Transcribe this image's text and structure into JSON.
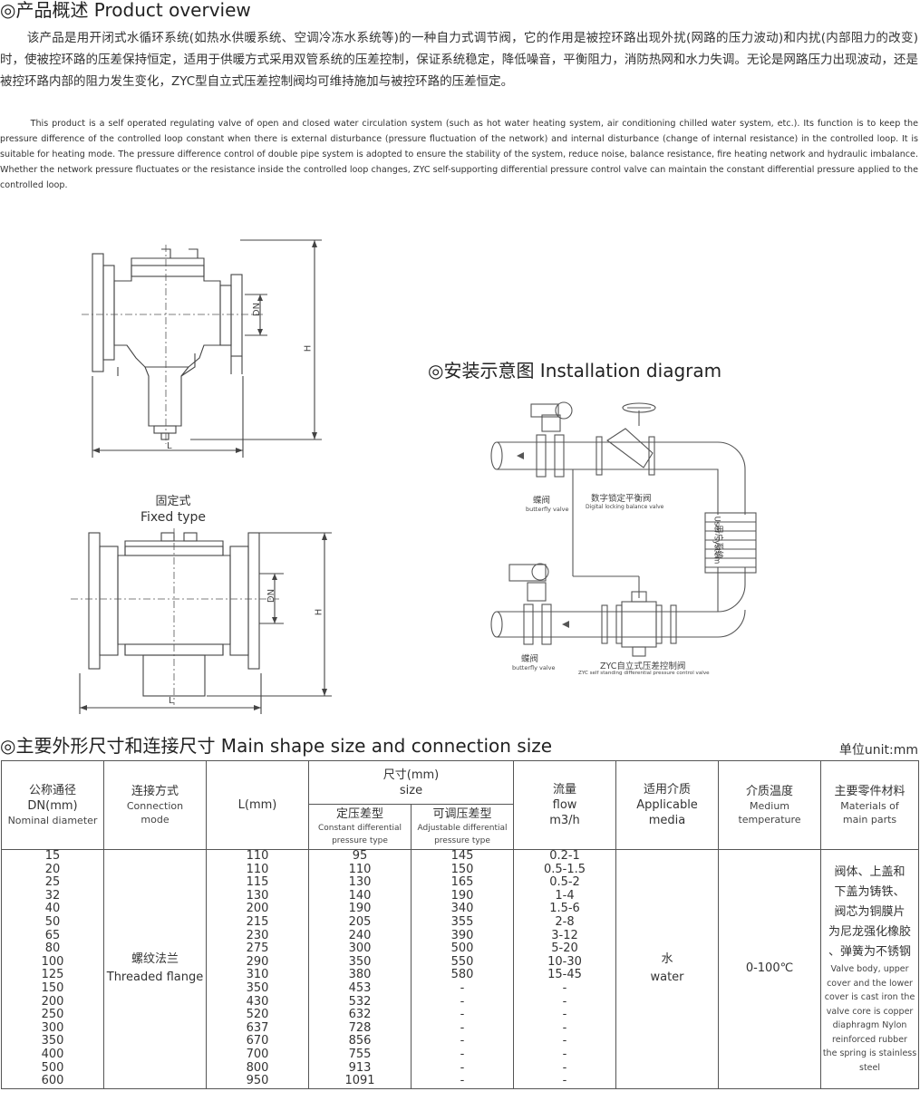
{
  "overview": {
    "title": "◎产品概述 Product overview",
    "cn": "该产品是用开闭式水循环系统(如热水供暖系统、空调冷冻水系统等)的一种自力式调节阀，它的作用是被控环路出现外扰(网路的压力波动)和内扰(内部阻力的改变)时，使被控环路的压差保持恒定，适用于供暖方式采用双管系统的压差控制，保证系统稳定，降低噪音，平衡阻力，消防热网和水力失调。无论是网路压力出现波动，还是被控环路内部的阻力发生变化，ZYC型自立式压差控制阀均可维持施加与被控环路的压差恒定。",
    "en": "This product is a self operated regulating valve of open and closed water circulation system (such as hot water heating system, air conditioning chilled water system, etc.). Its function is to keep the pressure difference of the controlled loop constant when there is external disturbance (pressure fluctuation of the network) and internal disturbance (change of internal resistance) in the controlled loop. It is suitable for heating mode. The pressure difference control of double pipe system is adopted to ensure the stability of the system, reduce noise, balance resistance, fire heating network and hydraulic imbalance. Whether the network pressure fluctuates or the resistance inside the controlled loop changes, ZYC self-supporting differential pressure control valve can maintain the constant differential pressure applied to the controlled loop."
  },
  "drawings": {
    "dn": "DN",
    "h": "H",
    "l": "L",
    "fixed_cn": "固定式",
    "fixed_en": "Fixed type"
  },
  "installation": {
    "title": "◎安装示意图 Installation diagram",
    "butterfly_cn": "蝶阀",
    "butterfly_en": "butterfly valve",
    "balance_cn": "数字锁定平衡阀",
    "balance_en": "Digital locking balance valve",
    "user_cn": "用户系统",
    "user_en": "User system",
    "zyc_cn": "ZYC自立式压差控制阀",
    "zyc_en": "ZYC self standing differential pressure control valve"
  },
  "sizes": {
    "title": "◎主要外形尺寸和连接尺寸 Main shape size and connection size",
    "unit": "单位unit:mm",
    "headers": {
      "dn_cn": "公称通径",
      "dn_unit": "DN(mm)",
      "dn_en": "Nominal diameter",
      "conn_cn": "连接方式",
      "conn_en1": "Connection",
      "conn_en2": "mode",
      "l": "L(mm)",
      "size_cn": "尺寸(mm)",
      "size_en": "size",
      "const_cn": "定压差型",
      "const_en1": "Constant differential",
      "const_en2": "pressure type",
      "adj_cn": "可调压差型",
      "adj_en1": "Adjustable differential",
      "adj_en2": "pressure type",
      "flow_cn": "流量",
      "flow_en": "flow",
      "flow_unit": "m3/h",
      "media_cn": "适用介质",
      "media_en": "Applicable media",
      "temp_cn": "介质温度",
      "temp_en1": "Medium",
      "temp_en2": "temperature",
      "mat_cn": "主要零件材料",
      "mat_en1": "Materials of",
      "mat_en2": "main parts"
    },
    "connection_cn": "螺纹法兰",
    "connection_en": "Threaded flange",
    "medium_cn": "水",
    "medium_en": "water",
    "temperature": "0-100℃",
    "materials_cn": [
      "阀体、上盖和",
      "下盖为铸铁、",
      "阀芯为铜膜片",
      "为尼龙强化橡胶",
      "、弹簧为不锈钢"
    ],
    "materials_en": [
      "Valve body, upper",
      "cover and the lower",
      "cover is cast iron the",
      "valve core is copper",
      "diaphragm Nylon",
      "reinforced rubber",
      "the spring is stainless",
      "steel"
    ],
    "rows": [
      [
        "15",
        "110",
        "95",
        "145",
        "0.2-1"
      ],
      [
        "20",
        "110",
        "110",
        "150",
        "0.5-1.5"
      ],
      [
        "25",
        "115",
        "130",
        "165",
        "0.5-2"
      ],
      [
        "32",
        "130",
        "140",
        "190",
        "1-4"
      ],
      [
        "40",
        "200",
        "190",
        "340",
        "1.5-6"
      ],
      [
        "50",
        "215",
        "205",
        "355",
        "2-8"
      ],
      [
        "65",
        "230",
        "240",
        "390",
        "3-12"
      ],
      [
        "80",
        "275",
        "300",
        "500",
        "5-20"
      ],
      [
        "100",
        "290",
        "350",
        "550",
        "10-30"
      ],
      [
        "125",
        "310",
        "380",
        "580",
        "15-45"
      ],
      [
        "150",
        "350",
        "453",
        "-",
        "-"
      ],
      [
        "200",
        "430",
        "532",
        "-",
        "-"
      ],
      [
        "250",
        "520",
        "632",
        "-",
        "-"
      ],
      [
        "300",
        "637",
        "728",
        "-",
        "-"
      ],
      [
        "350",
        "670",
        "856",
        "-",
        "-"
      ],
      [
        "400",
        "700",
        "755",
        "-",
        "-"
      ],
      [
        "500",
        "800",
        "913",
        "-",
        "-"
      ],
      [
        "600",
        "950",
        "1091",
        "-",
        "-"
      ]
    ]
  }
}
